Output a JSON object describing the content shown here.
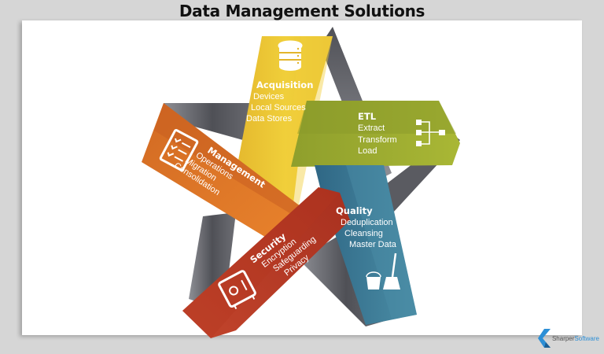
{
  "title": "Data Management Solutions",
  "segments": [
    {
      "id": "acquisition",
      "title": "Acquisition",
      "items": [
        "Devices",
        "Local Sources",
        "Data Stores"
      ],
      "icon": "database-icon",
      "color": "#e8c230"
    },
    {
      "id": "etl",
      "title": "ETL",
      "items": [
        "Extract",
        "Transform",
        "Load"
      ],
      "icon": "flow-diagram-icon",
      "color": "#9aab2e"
    },
    {
      "id": "quality",
      "title": "Quality",
      "items": [
        "Deduplication",
        "Cleansing",
        "Master Data"
      ],
      "icon": "bucket-mop-icon",
      "color": "#3f7f9a"
    },
    {
      "id": "security",
      "title": "Security",
      "items": [
        "Encryption",
        "Safeguarding",
        "Privacy"
      ],
      "icon": "safe-icon",
      "color": "#c8402a"
    },
    {
      "id": "management",
      "title": "Management",
      "items": [
        "Operations",
        "Migration",
        "Consolidation"
      ],
      "icon": "checklist-icon",
      "color": "#e0762a"
    }
  ],
  "logo": {
    "part1": "Sharper",
    "part2": "Software"
  },
  "colors": {
    "background": "#d6d6d6",
    "shadow_band": "#5c5d63",
    "logo_accent": "#2d8fd6"
  }
}
